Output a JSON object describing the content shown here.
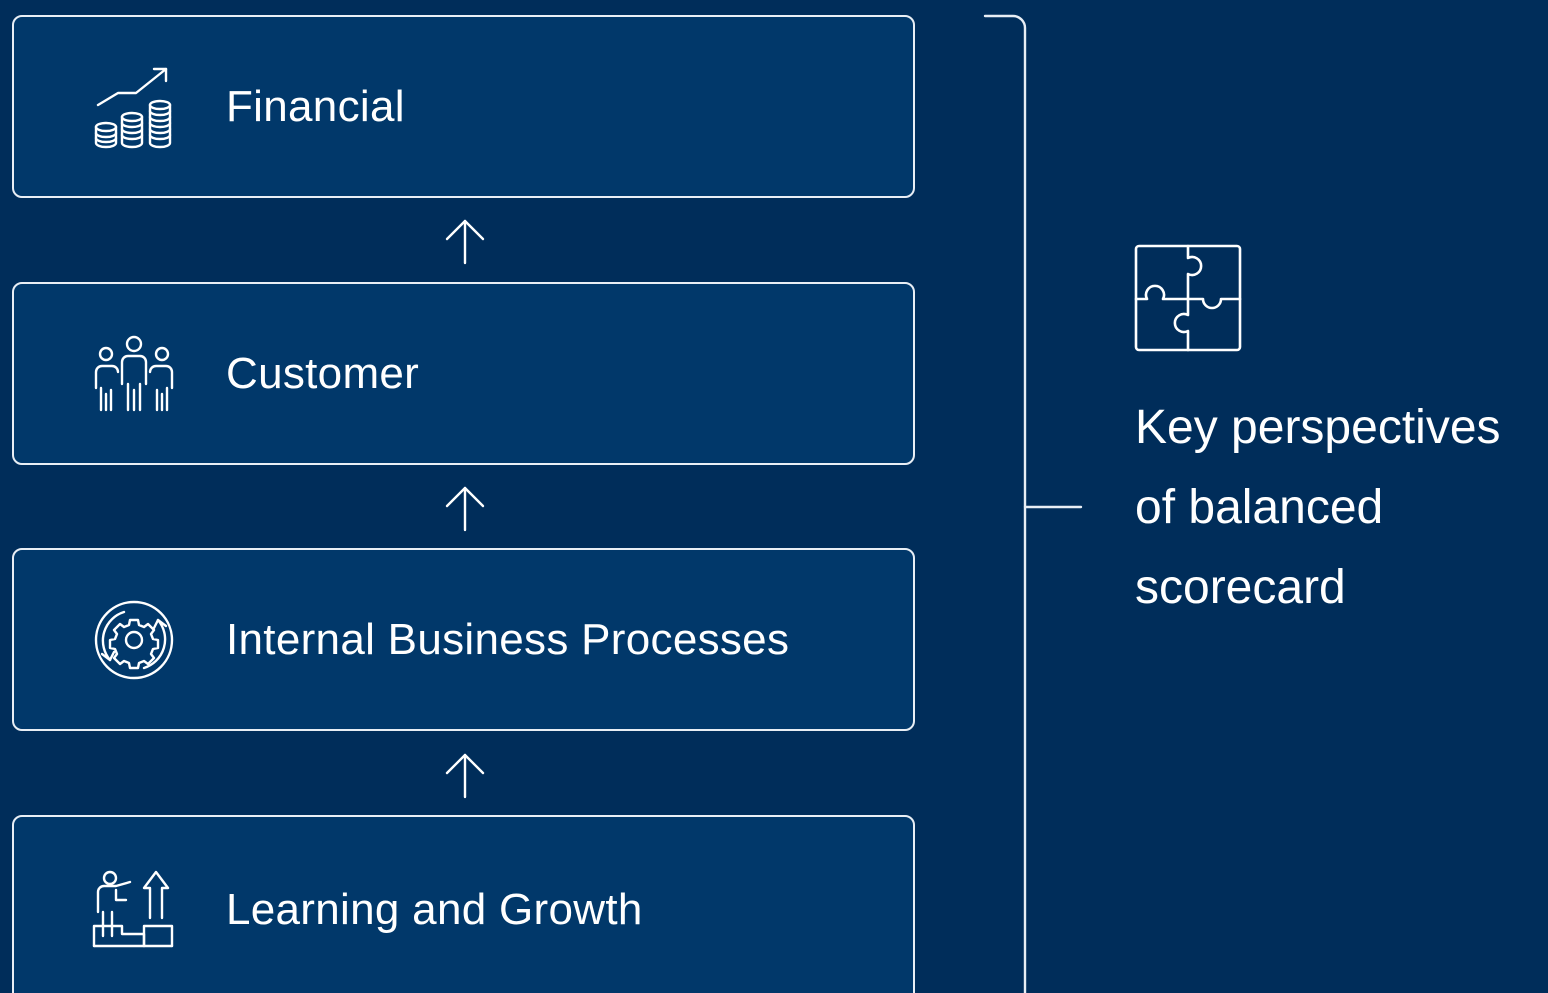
{
  "diagram": {
    "perspectives": [
      {
        "label": "Financial",
        "icon": "growth-coins-icon"
      },
      {
        "label": "Customer",
        "icon": "customers-group-icon"
      },
      {
        "label": "Internal Business Processes",
        "icon": "process-gear-cycle-icon"
      },
      {
        "label": "Learning and Growth",
        "icon": "learning-steps-icon"
      }
    ],
    "side_icon": "puzzle-icon",
    "side_text_lines": [
      "Key perspectives",
      "of balanced",
      "scorecard"
    ]
  },
  "colors": {
    "background": "#002d5a",
    "box_fill": "#01386a",
    "stroke": "#e8eef5",
    "text": "#ffffff"
  }
}
